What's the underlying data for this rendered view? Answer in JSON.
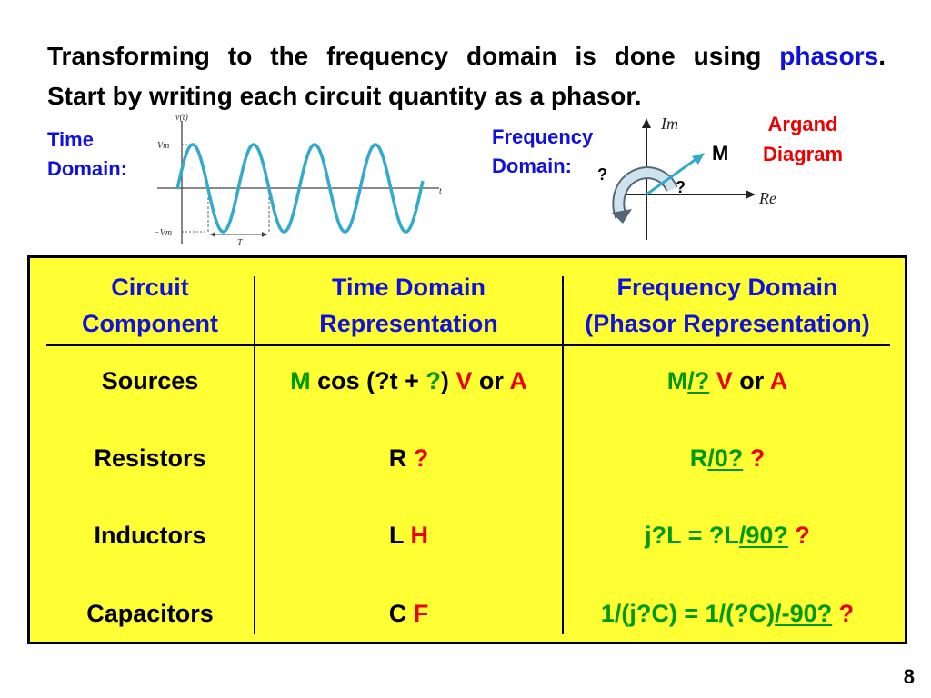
{
  "intro": {
    "line1_a": "Transforming to the frequency domain is done using",
    "line1_b": "phasors",
    "line1_c": ".",
    "line2": "Start by writing each circuit quantity as a phasor."
  },
  "time_domain": {
    "label": "Time Domain:",
    "label_line1": "Time",
    "label_line2": "Domain:",
    "axis_y": "v(t)",
    "vm": "Vm",
    "neg_vm": "−Vm",
    "axis_t": "t",
    "period": "T"
  },
  "frequency_domain": {
    "label_line1": "Frequency",
    "label_line2": "Domain:",
    "glyph_left": "?",
    "glyph_angle": "?",
    "im_label": "Im",
    "re_label": "Re",
    "magnitude": "M",
    "argand_line1": "Argand",
    "argand_line2": "Diagram"
  },
  "table": {
    "headers": {
      "col1_line1": "Circuit",
      "col1_line2": "Component",
      "col2_line1": "Time Domain",
      "col2_line2": "Representation",
      "col3_line1": "Frequency Domain",
      "col3_line2": "(Phasor Representation)"
    },
    "rows": {
      "sources": {
        "component": "Sources",
        "time_m": "M",
        "time_a": " cos (",
        "time_b": "?",
        "time_c": "t + ",
        "time_d": "?",
        "time_e": ") ",
        "time_v": "V",
        "time_or": " or ",
        "time_amp": "A",
        "freq_m": "M",
        "freq_ang": "/?",
        "freq_sp": " ",
        "freq_v": "V",
        "freq_or": " or ",
        "freq_amp": "A"
      },
      "resistors": {
        "component": "Resistors",
        "time_r": "R ",
        "time_unit": "?",
        "freq_r": "R",
        "freq_ang": "/0?",
        "freq_sp": " ",
        "freq_unit": "?"
      },
      "inductors": {
        "component": "Inductors",
        "time_l": "L ",
        "time_unit": "H",
        "freq_expr": "j?L = ?L",
        "freq_ang": "/90?",
        "freq_sp": " ",
        "freq_unit": "?"
      },
      "capacitors": {
        "component": "Capacitors",
        "time_c": "C ",
        "time_unit": "F",
        "freq_expr": "1/(j?C) = 1/(?C)",
        "freq_ang": "/-90?",
        "freq_sp": " ",
        "freq_unit": "?"
      }
    }
  },
  "page_number": "8",
  "colors": {
    "blue": "#1111dd",
    "green": "#009900",
    "red": "#ee0000",
    "table_bg": "#ffff33",
    "phasor": "#33aacc",
    "wave": "#33aacc"
  }
}
